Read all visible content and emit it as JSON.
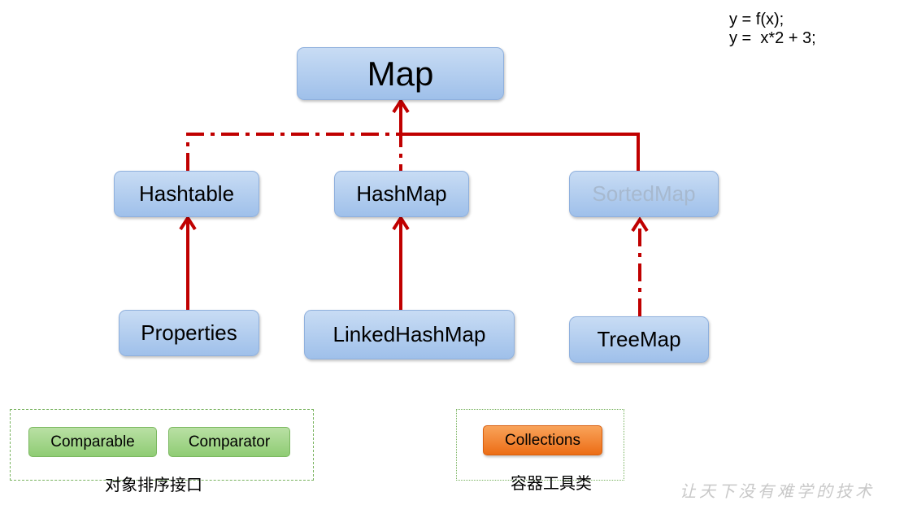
{
  "formula": {
    "line1": "y = f(x);",
    "line2": "y =  x*2 + 3;"
  },
  "nodes": {
    "map": "Map",
    "hashtable": "Hashtable",
    "hashmap": "HashMap",
    "sortedmap": "SortedMap",
    "properties": "Properties",
    "linkedhashmap": "LinkedHashMap",
    "treemap": "TreeMap"
  },
  "sorting_group": {
    "comparable": "Comparable",
    "comparator": "Comparator",
    "caption": "对象排序接口"
  },
  "tools_group": {
    "collections": "Collections",
    "caption": "容器工具类"
  },
  "watermark": "让天下没有难学的技术",
  "colors": {
    "node_fill": "#a8c7ee",
    "arrow": "#c00000",
    "green_tag": "#9fd487",
    "orange_tag": "#f07b22"
  }
}
